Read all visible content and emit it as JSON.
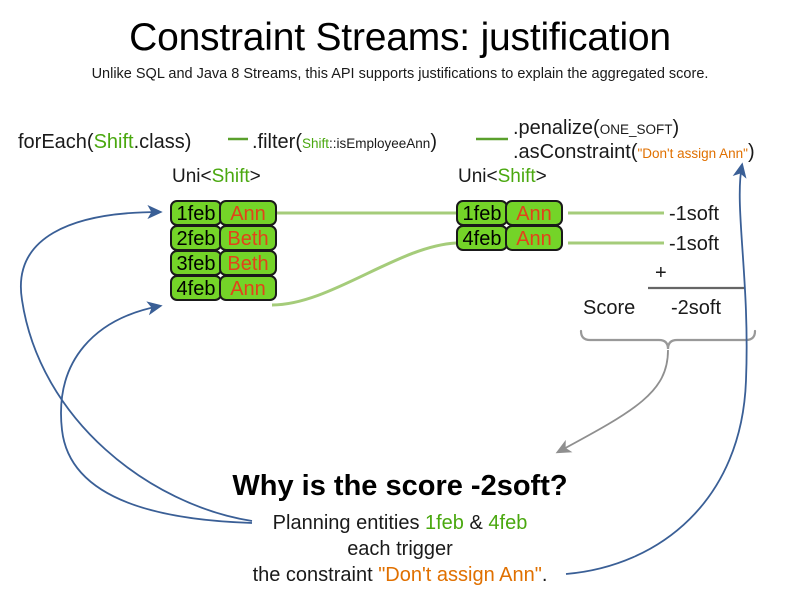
{
  "header": {
    "title": "Constraint Streams: justification",
    "subtitle": "Unlike SQL and Java 8 Streams, this API supports justifications to explain the aggregated score."
  },
  "pipeline": {
    "foreach": {
      "call": "forEach(",
      "type": "Shift",
      "tail": ".class)"
    },
    "filter": {
      "call": ".filter(",
      "ref_type": "Shift",
      "ref_method": "::isEmployeeAnn",
      "tail": ")"
    },
    "penalize": {
      "call": ".penalize(",
      "arg": "ONE_SOFT",
      "tail": ")"
    },
    "as_constraint": {
      "call": ".asConstraint(",
      "arg": "\"Don't assign Ann\"",
      "tail": ")"
    }
  },
  "streams": {
    "left": {
      "label_prefix": "Uni<",
      "label_type": "Shift",
      "label_suffix": ">",
      "rows": [
        {
          "date": "1feb",
          "employee": "Ann"
        },
        {
          "date": "2feb",
          "employee": "Beth"
        },
        {
          "date": "3feb",
          "employee": "Beth"
        },
        {
          "date": "4feb",
          "employee": "Ann"
        }
      ]
    },
    "right": {
      "label_prefix": "Uni<",
      "label_type": "Shift",
      "label_suffix": ">",
      "rows": [
        {
          "date": "1feb",
          "employee": "Ann"
        },
        {
          "date": "4feb",
          "employee": "Ann"
        }
      ]
    }
  },
  "score": {
    "impacts": [
      "-1soft",
      "-1soft"
    ],
    "operator": "+",
    "label": "Score",
    "total": "-2soft"
  },
  "explanation": {
    "heading": "Why is the score -2soft?",
    "line1_prefix": "Planning entities ",
    "line1_entity_a": "1feb",
    "line1_amp": " & ",
    "line1_entity_b": "4feb",
    "line2": "each trigger",
    "line3_prefix": "the constraint ",
    "line3_constraint": "\"Don't assign Ann\"",
    "line3_suffix": "."
  },
  "colors": {
    "type_green": "#4aa80f",
    "string_orange": "#e07000",
    "employee_orange": "#e2431a",
    "cell_green": "#74d428",
    "connector_green": "#a5cc7a",
    "arrow_blue": "#3a5f96",
    "brace_gray": "#999999"
  }
}
